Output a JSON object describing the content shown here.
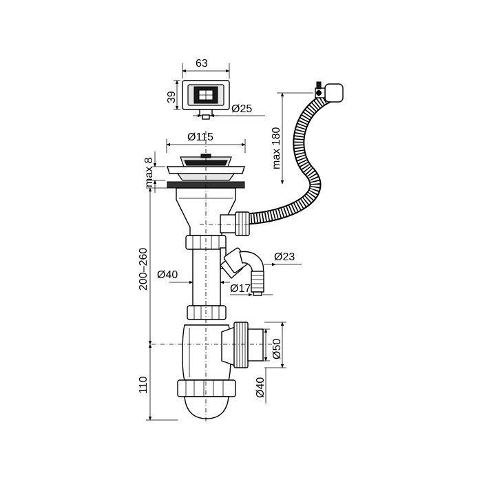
{
  "dimensions": {
    "overflow_width": "63",
    "overflow_height": "39",
    "overflow_outlet": "Ø25",
    "overflow_height_max": "max 180",
    "strainer_diameter": "Ø115",
    "plate_thickness": "max 8",
    "tailpiece_length": "200–260",
    "pipe_diameter": "Ø40",
    "side_inlet_large": "Ø23",
    "side_inlet_small": "Ø17",
    "trap_height": "110",
    "outlet_large": "Ø50",
    "outlet_small": "Ø40"
  }
}
